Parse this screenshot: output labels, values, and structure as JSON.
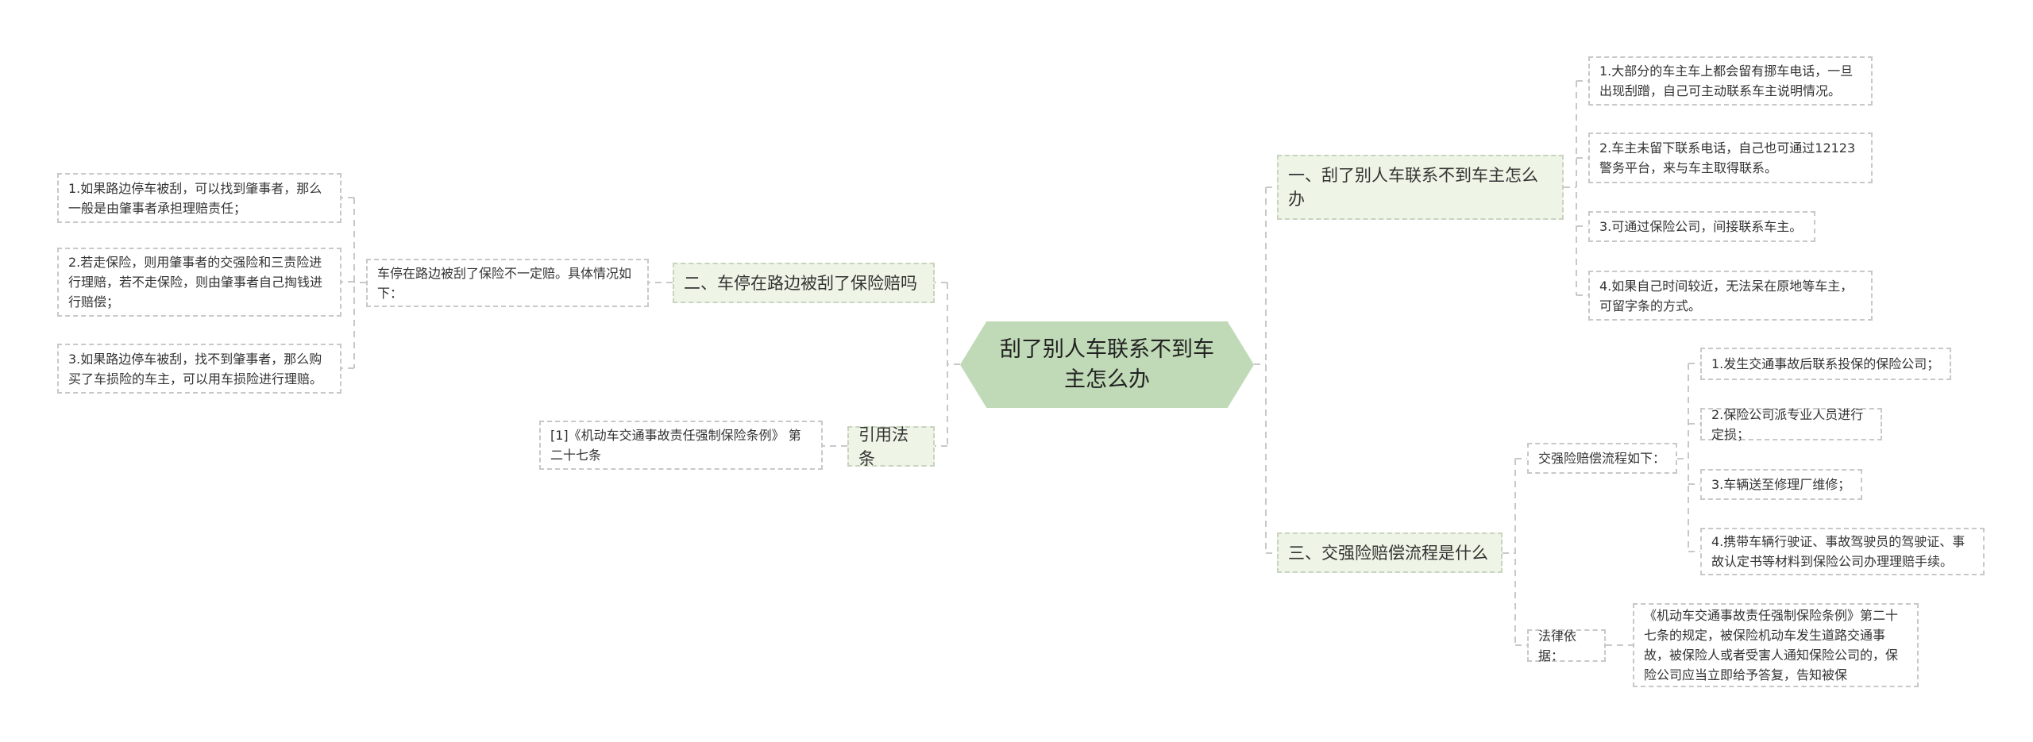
{
  "root": "刮了别人车联系不到车主怎么办",
  "branch1": {
    "title": "一、刮了别人车联系不到车主怎么办",
    "items": [
      "1.大部分的车主车上都会留有挪车电话，一旦出现刮蹭，自己可主动联系车主说明情况。",
      "2.车主未留下联系电话，自己也可通过12123警务平台，来与车主取得联系。",
      "3.可通过保险公司，间接联系车主。",
      "4.如果自己时间较近，无法呆在原地等车主，可留字条的方式。"
    ]
  },
  "branch2": {
    "title": "二、车停在路边被刮了保险赔吗",
    "intro": "车停在路边被刮了保险不一定赔。具体情况如下：",
    "items": [
      "1.如果路边停车被刮，可以找到肇事者，那么一般是由肇事者承担理赔责任；",
      "2.若走保险，则用肇事者的交强险和三责险进行理赔，若不走保险，则由肇事者自己掏钱进行赔偿；",
      "3.如果路边停车被刮，找不到肇事者，那么购买了车损险的车主，可以用车损险进行理赔。"
    ]
  },
  "branch3": {
    "title": "三、交强险赔偿流程是什么",
    "process_label": "交强险赔偿流程如下：",
    "process": [
      "1.发生交通事故后联系投保的保险公司；",
      "2.保险公司派专业人员进行定损；",
      "3.车辆送至修理厂维修；",
      "4.携带车辆行驶证、事故驾驶员的驾驶证、事故认定书等材料到保险公司办理理赔手续。"
    ],
    "legal_label": "法律依据：",
    "legal_text": "《机动车交通事故责任强制保险条例》第二十七条的规定，被保险机动车发生道路交通事故，被保险人或者受害人通知保险公司的，保险公司应当立即给予答复，告知被保"
  },
  "branch4": {
    "title": "引用法条",
    "ref": "[1]《机动车交通事故责任强制保险条例》 第二十七条"
  }
}
